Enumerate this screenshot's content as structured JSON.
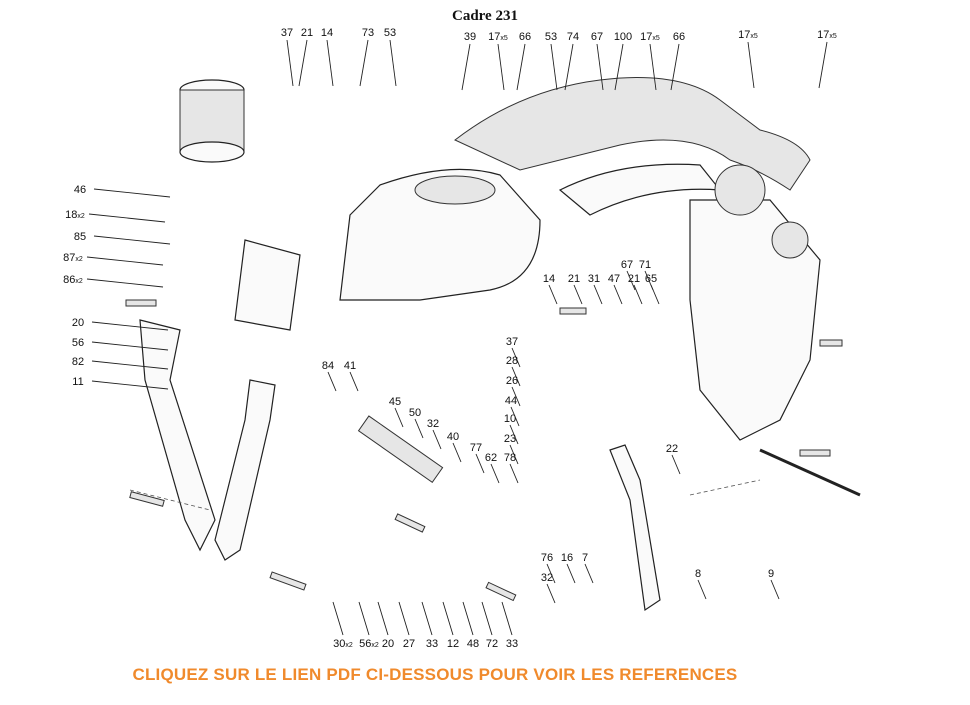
{
  "title": "Cadre 231",
  "footer_link": "CLIQUEZ SUR LE LIEN PDF CI-DESSOUS POUR VOIR LES REFERENCES",
  "accent_color": "#f08a2c",
  "callouts": {
    "top": [
      "37",
      "21",
      "14",
      "73",
      "53",
      "39",
      "17x5",
      "66",
      "53",
      "74",
      "67",
      "100",
      "17x5",
      "66",
      "17x5",
      "17x5"
    ],
    "left": [
      "46",
      "18x2",
      "85",
      "87x2",
      "86x2",
      "20",
      "56",
      "82",
      "11"
    ],
    "middle": [
      "84",
      "41",
      "45",
      "50",
      "32",
      "40",
      "77",
      "62",
      "78",
      "10",
      "23",
      "44",
      "14",
      "21",
      "31",
      "47",
      "21",
      "65",
      "37",
      "28",
      "26",
      "67",
      "71",
      "22",
      "76",
      "32",
      "16",
      "7",
      "8",
      "9"
    ],
    "bottom": [
      "30x2",
      "56x2",
      "20",
      "27",
      "33",
      "12",
      "48",
      "72",
      "33"
    ]
  }
}
